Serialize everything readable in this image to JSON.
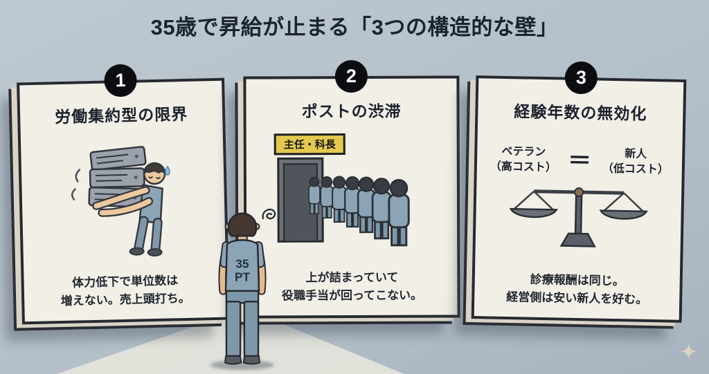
{
  "title": "35歳で昇給が止まる「3つの構造的な壁」",
  "panels": [
    {
      "number": "1",
      "heading": "労働集約型の限界",
      "caption_line1": "体力低下で単位数は",
      "caption_line2": "増えない。売上頭打ち。"
    },
    {
      "number": "2",
      "heading": "ポストの渋滞",
      "door_sign": "主任・科長",
      "caption_line1": "上が詰まっていて",
      "caption_line2": "役職手当が回ってこない。"
    },
    {
      "number": "3",
      "heading": "経験年数の無効化",
      "compare": {
        "left_line1": "ベテラン",
        "left_line2": "（高コスト）",
        "equals": "＝",
        "right_line1": "新人",
        "right_line2": "（低コスト）"
      },
      "caption_line1": "診療報酬は同じ。",
      "caption_line2": "経営側は安い新人を好む。"
    }
  ],
  "foreground_figure": {
    "back_label_line1": "35",
    "back_label_line2": "PT"
  },
  "icons": {
    "sparkle": "✦"
  },
  "colors": {
    "background": "#b4c0c9",
    "panel_face": "#f2efe7",
    "outline": "#262930",
    "badge_black": "#0c0d10",
    "sign_yellow": "#e4c94e",
    "scrub_blue": "#8ba4b6",
    "pants_blue": "#7e97a9",
    "text_dark": "#1c222e"
  }
}
